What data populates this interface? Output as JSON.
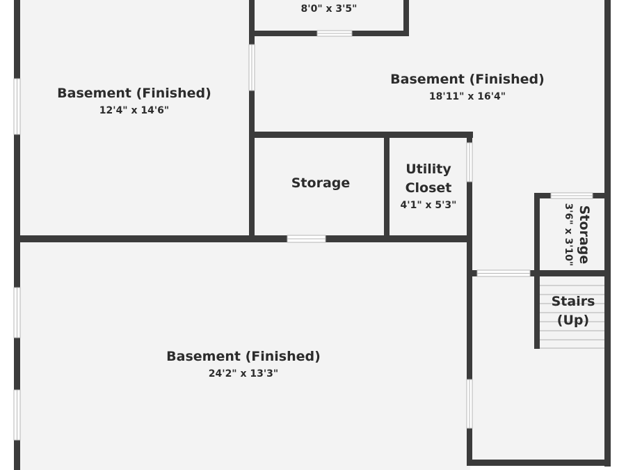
{
  "floor_fill": "#f3f3f3",
  "wall_color": "#3b3b3b",
  "rooms": [
    {
      "name": "Basement (Finished)",
      "dims": "12'4\" x 14'6\""
    },
    {
      "name": "Basement (Finished)",
      "dims": "18'11\" x 16'4\""
    },
    {
      "name": "",
      "dims": "8'0\" x 3'5\""
    },
    {
      "name": "Storage",
      "dims": ""
    },
    {
      "name": "Utility",
      "name2": "Closet",
      "dims": "4'1\" x 5'3\""
    },
    {
      "name": "Storage",
      "dims": "3'6\" x 3'10\""
    },
    {
      "name": "Stairs",
      "name2": "(Up)"
    },
    {
      "name": "Basement (Finished)",
      "dims": "24'2\" x 13'3\""
    }
  ]
}
